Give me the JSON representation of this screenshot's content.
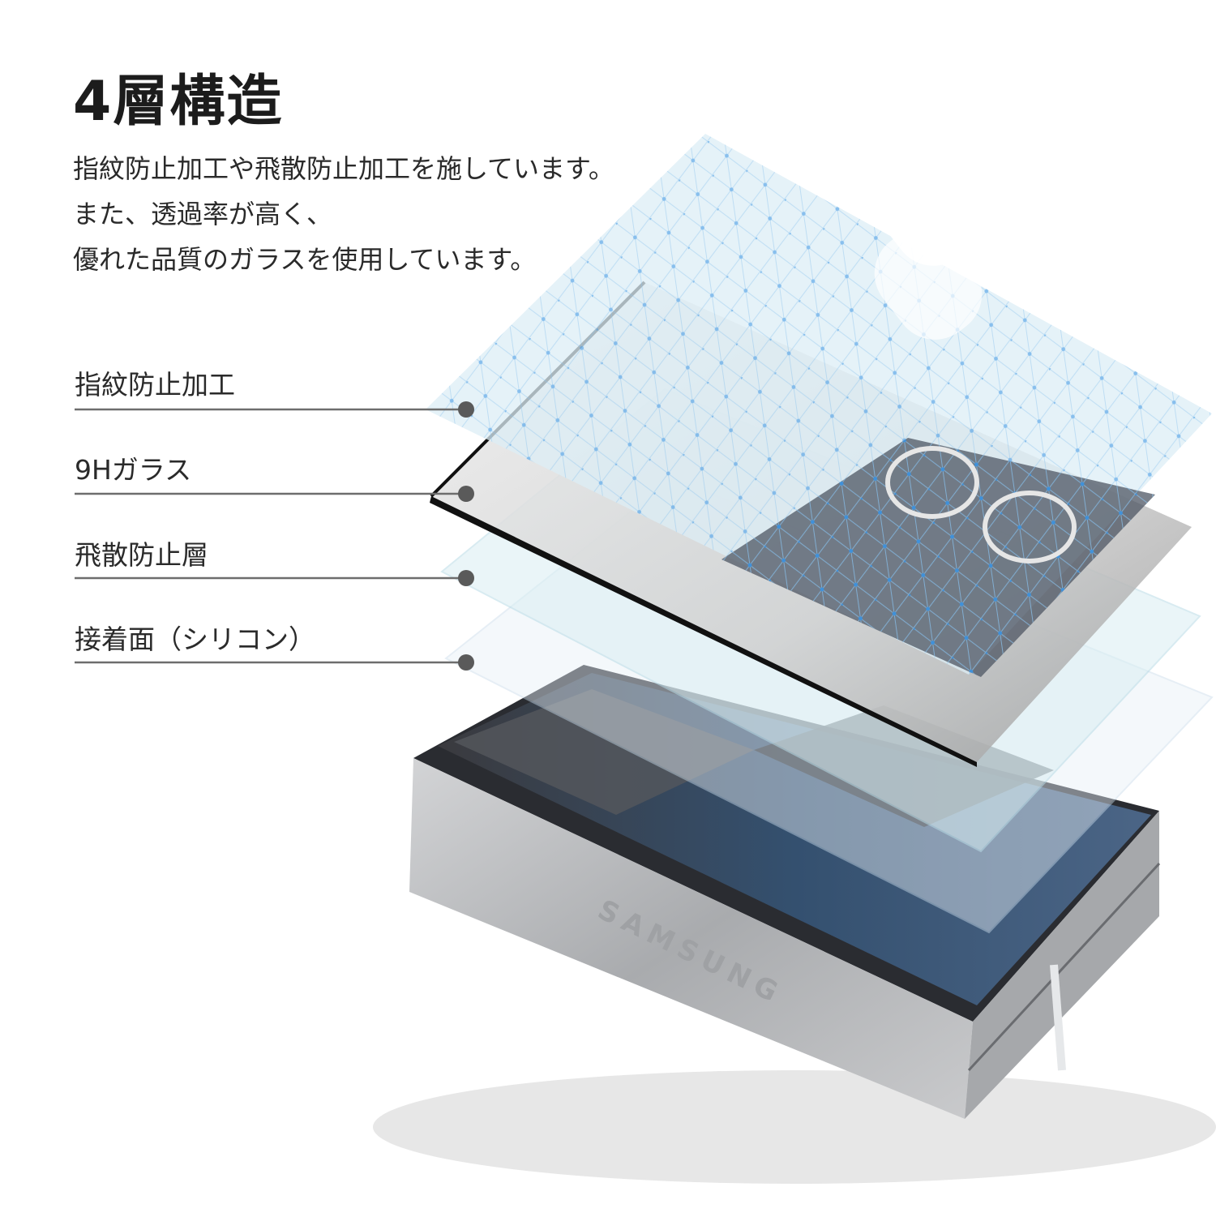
{
  "headline": "4層構造",
  "description": [
    "指紋防止加工や飛散防止加工を施しています。",
    "また、透過率が高く、",
    "優れた品質のガラスを使用しています。"
  ],
  "layers": [
    {
      "label": "指紋防止加工"
    },
    {
      "label": "9Hガラス"
    },
    {
      "label": "飛散防止層"
    },
    {
      "label": "接着面（シリコン）"
    }
  ],
  "device": {
    "brand": "SAMSUNG"
  },
  "colors": {
    "coating": "#dcedf6",
    "glass_edge": "#111111",
    "grid": "#7ab8ea",
    "grid_dot": "#2f8fe0",
    "leader_line": "#6d6d6d",
    "leader_dot": "#5a5a5a",
    "phone_body": "#b9bbbd",
    "screen_blue": "#3d5a80"
  }
}
